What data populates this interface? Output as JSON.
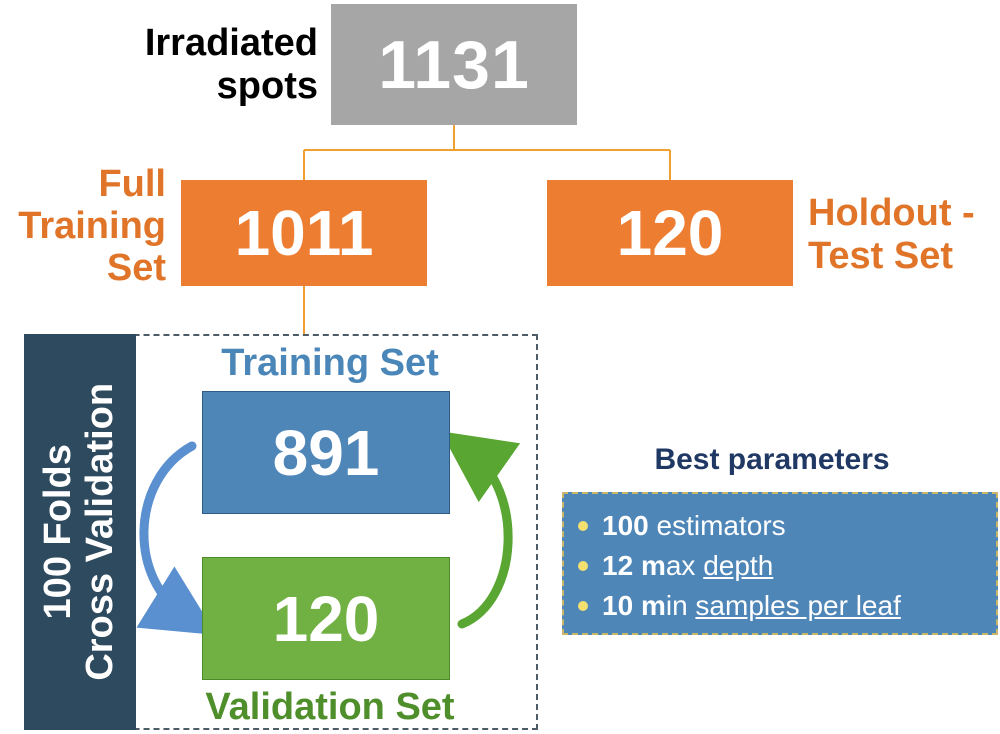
{
  "root": {
    "value": "1131",
    "label_line1": "Irradiated",
    "label_line2": "spots"
  },
  "full_training": {
    "value": "1011",
    "label_line1": "Full",
    "label_line2": "Training",
    "label_line3": "Set"
  },
  "holdout": {
    "value": "120",
    "label_line1": "Holdout -",
    "label_line2": "Test Set"
  },
  "cross_validation": {
    "label_line1": "100 Folds",
    "label_line2": "Cross Validation",
    "training_title": "Training Set",
    "training_value": "891",
    "validation_value": "120",
    "validation_title": "Validation Set"
  },
  "best_parameters": {
    "title": "Best parameters",
    "items": [
      {
        "num": "100",
        "rest": " estimators",
        "bold2": "",
        "mid": "",
        "underlined": ""
      },
      {
        "num": "12 ",
        "bold2": "m",
        "mid": "ax ",
        "underlined": "depth",
        "rest": ""
      },
      {
        "num": "10 ",
        "bold2": "m",
        "mid": "in ",
        "underlined": "samples per leaf",
        "rest": ""
      }
    ]
  },
  "colors": {
    "gray": "#a6a6a6",
    "orange": "#ed7d31",
    "orange_text": "#e07428",
    "blue": "#4f86b8",
    "green": "#71b043",
    "navy": "#2e4a5e",
    "connector": "#f0a030"
  },
  "icons": [
    "left-curved-arrow-icon",
    "right-curved-arrow-icon",
    "bullet-icon"
  ]
}
